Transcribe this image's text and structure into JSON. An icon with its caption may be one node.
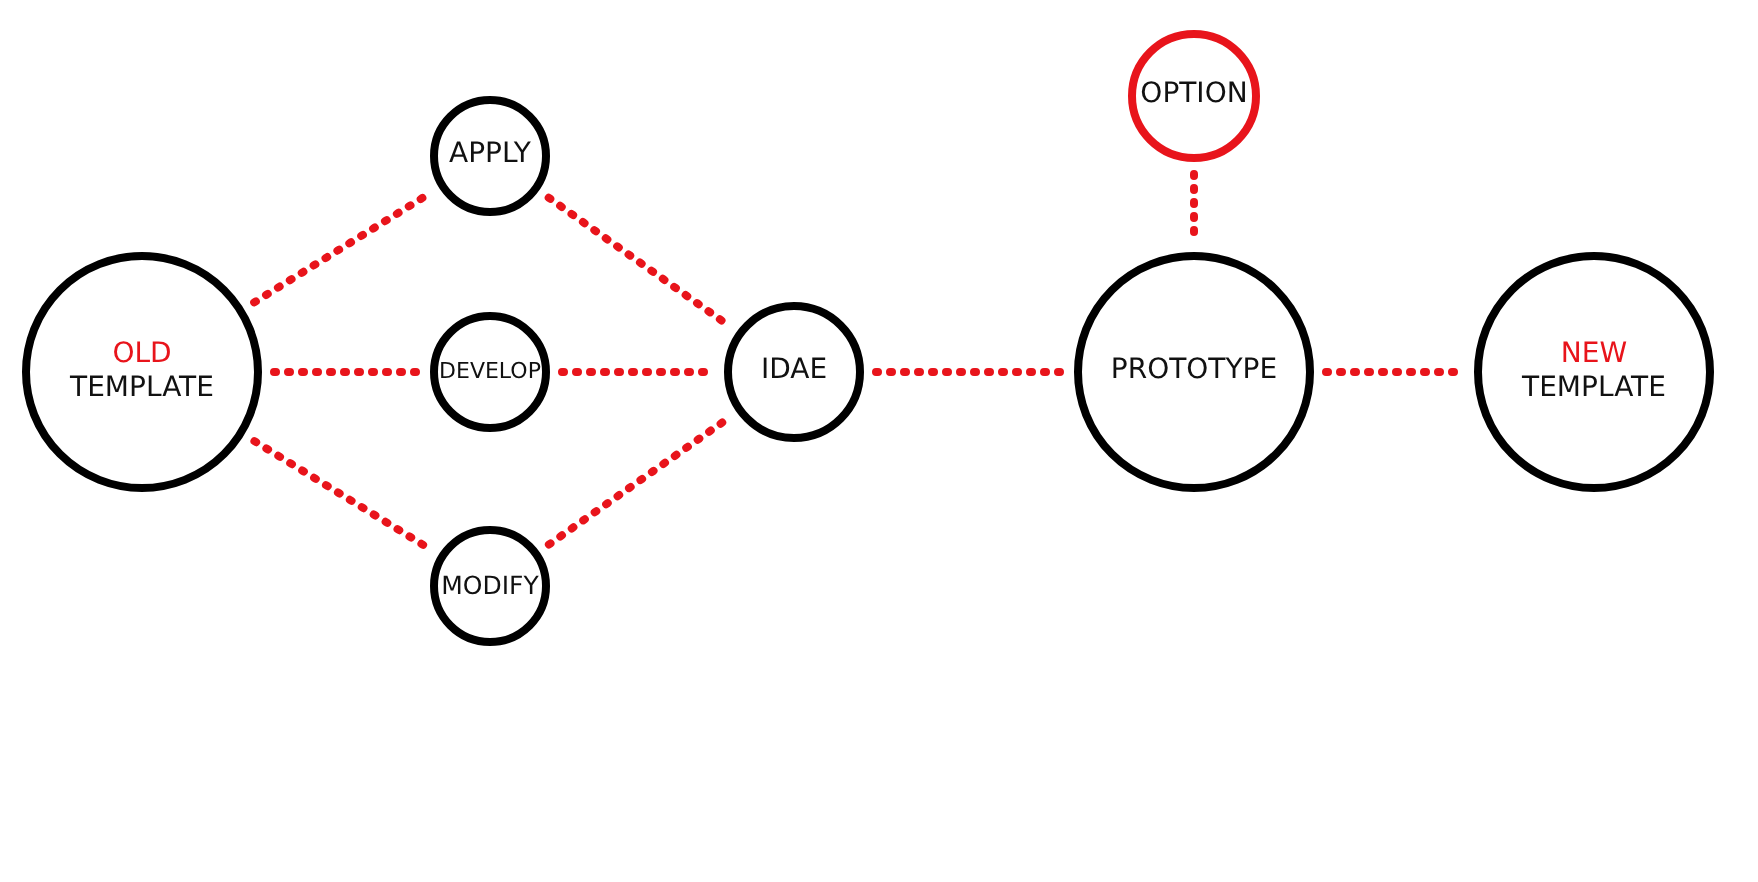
{
  "diagram": {
    "nodes": [
      {
        "text": [
          "OLD",
          "TEMPLATE"
        ]
      },
      {
        "text": [
          "APPLY"
        ]
      },
      {
        "text": [
          "DEVELOP"
        ]
      },
      {
        "text": [
          "MODIFY"
        ]
      },
      {
        "text": [
          "IDAE"
        ]
      },
      {
        "text": [
          "OPTION"
        ]
      },
      {
        "text": [
          "PROTOTYPE"
        ]
      },
      {
        "text": [
          "NEW",
          "TEMPLATE"
        ]
      }
    ],
    "edges": [
      {
        "from": 0,
        "to": 1,
        "arrow": "none"
      },
      {
        "from": 0,
        "to": 2,
        "arrow": "none"
      },
      {
        "from": 0,
        "to": 3,
        "arrow": "none"
      },
      {
        "from": 1,
        "to": 4,
        "arrow": "none"
      },
      {
        "from": 2,
        "to": 4,
        "arrow": "none"
      },
      {
        "from": 3,
        "to": 4,
        "arrow": "none"
      },
      {
        "from": 4,
        "to": 6,
        "arrow": "none"
      },
      {
        "from": 5,
        "to": 6,
        "arrow": "none"
      },
      {
        "from": 6,
        "to": 7,
        "arrow": "none"
      }
    ]
  }
}
